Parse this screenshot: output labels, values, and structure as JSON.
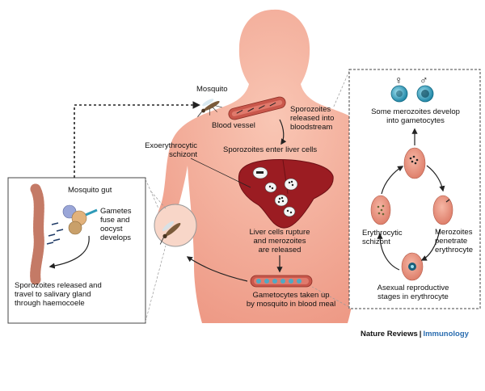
{
  "labels": {
    "mosquito": "Mosquito",
    "blood_vessel": "Blood vessel",
    "sporozoites_released_bloodstream": "Sporozoites\nreleased into\nbloodstream",
    "sporozoites_enter_liver": "Sporozoites enter liver cells",
    "exoerythrocytic_schizont": "Exoerythrocytic\nschizont",
    "mosquito_gut": "Mosquito gut",
    "gametes_fuse": "Gametes\nfuse and\noocyst\ndevelops",
    "sporozoites_travel": "Sporozoites released and\ntravel to salivary gland\nthrough haemocoele",
    "liver_rupture": "Liver cells rupture\nand merozoites\nare released",
    "gametocytes_taken": "Gametocytes taken up\nby mosquito in blood meal",
    "merozoites_gametocytes": "Some merozoites develop\ninto gametocytes",
    "erythrocytic_schizont": "Erythrocytic\nschizont",
    "merozoites_penetrate": "Merozoites\npenetrate\nerythrocyte",
    "asexual_stages": "Asexual reproductive\nstages in erythrocyte",
    "female_symbol": "♀",
    "male_symbol": "♂"
  },
  "credit": {
    "publisher": "Nature Reviews",
    "separator": "|",
    "journal": "Immunology"
  },
  "colors": {
    "skin": "#f2a48e",
    "skin_light": "#f8c9b8",
    "liver": "#9b1c22",
    "blood_vessel": "#c9574b",
    "erythrocyte": "#e8907c",
    "gametocyte": "#2e9ab8",
    "credit_blue": "#2a6db0"
  },
  "icons": [
    "mosquito-icon",
    "liver-icon",
    "blood-vessel-icon",
    "erythrocyte-icon",
    "gametocyte-icon",
    "mosquito-gut-icon"
  ]
}
